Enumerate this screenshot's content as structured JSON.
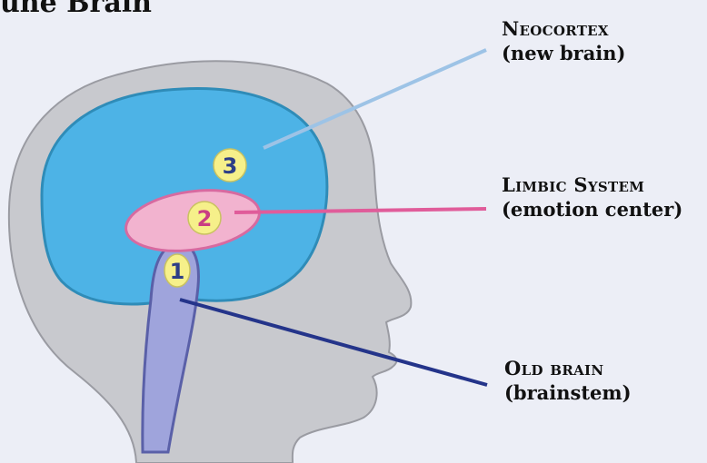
{
  "title": "une Brain",
  "regions": [
    {
      "number": "1",
      "name": "Old brain",
      "description": "(brainstem)",
      "color": "#9FA4DC",
      "line_color": "#24348A"
    },
    {
      "number": "2",
      "name": "Limbic System",
      "description": "(emotion center)",
      "color": "#F2B3CF",
      "line_color": "#E05C9A"
    },
    {
      "number": "3",
      "name": "Neocortex",
      "description": "(new brain)",
      "color": "#4DB3E6",
      "line_color": "#9DC3E6"
    }
  ],
  "colors": {
    "background": "#ECEEF6",
    "head": "#C8C9CE",
    "number_badge": "#F6F08A"
  }
}
